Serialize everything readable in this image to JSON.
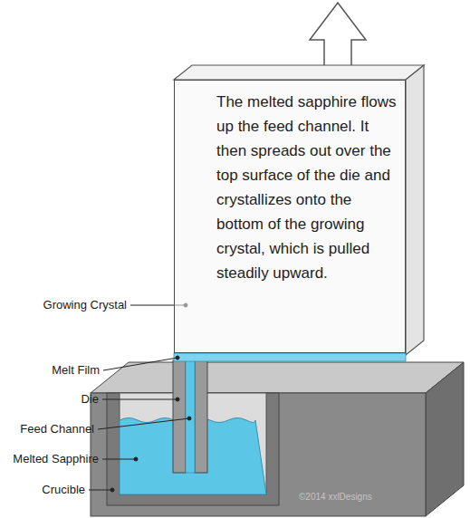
{
  "diagram": {
    "nodes": [
      {
        "text": [
          "The melted sapphire flows up the feed channel. It then spreads out over the top surface of the die and crystallizes onto the bottom of the growing crystal, which is pulled steadily upward."
        ]
      }
    ],
    "labels": [
      "Growing Crystal",
      "Melt Film",
      "Die",
      "Feed Channel",
      "Melted Sapphire",
      "Crucible",
      "©2014 xxlDesigns"
    ]
  }
}
